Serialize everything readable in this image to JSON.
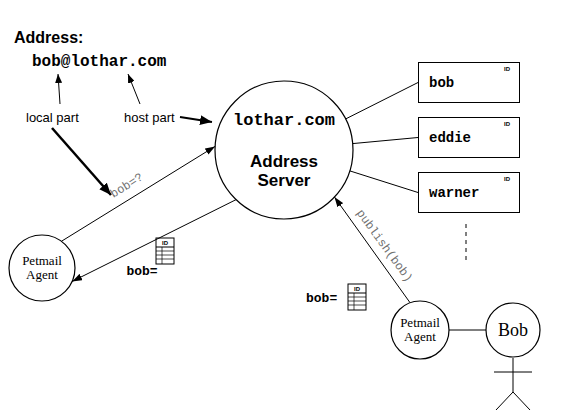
{
  "diagram": {
    "title": "Address:",
    "nodes": [
      {
        "text": [
          "lothar.com",
          "Address Server"
        ]
      },
      {
        "text": [
          "bob"
        ]
      },
      {
        "text": [
          "eddie"
        ]
      },
      {
        "text": [
          "warner"
        ]
      },
      {
        "text": [
          "Petmail Agent"
        ]
      },
      {
        "text": [
          "Petmail Agent"
        ]
      },
      {
        "text": [
          "Bob"
        ]
      }
    ],
    "edges": [
      {
        "from": 0,
        "to": 1,
        "arrow": "none"
      },
      {
        "from": 0,
        "to": 2,
        "arrow": "none"
      },
      {
        "from": 0,
        "to": 3,
        "arrow": "none"
      },
      {
        "from": 4,
        "to": 0,
        "label": "bob=?",
        "arrow": "to"
      },
      {
        "from": 0,
        "to": 4,
        "label": "bob=",
        "arrow": "to"
      },
      {
        "from": 5,
        "to": 0,
        "label": "publish(bob)",
        "arrow": "to"
      },
      {
        "from": 5,
        "to": 6,
        "arrow": "none"
      }
    ],
    "labels": [
      "bob@lothar.com",
      "local part",
      "host part",
      "bob=",
      "ID",
      "ID",
      "ID",
      "ID",
      "ID"
    ]
  }
}
